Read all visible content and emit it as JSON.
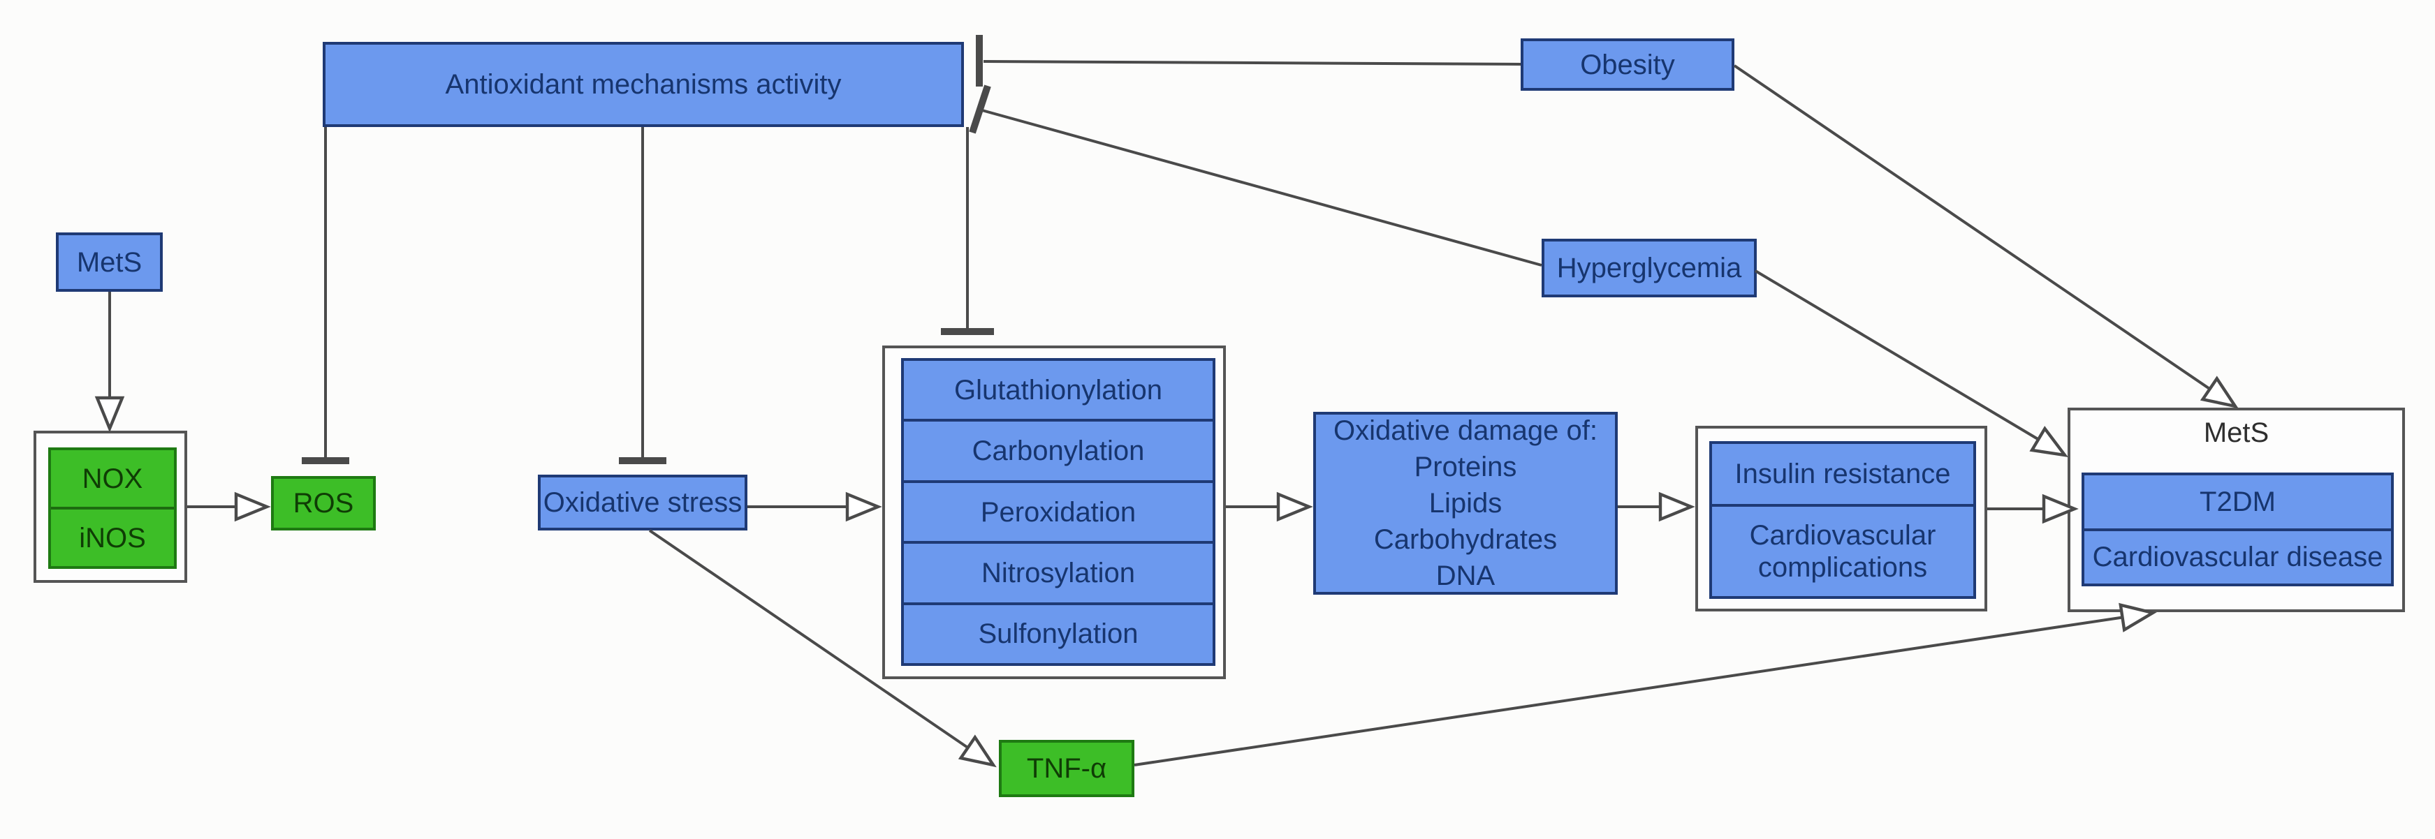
{
  "diagram": {
    "description": "Pathway diagram linking metabolic syndrome, oxidative stress and clinical outcomes",
    "colors": {
      "node_blue_fill": "#6c99ee",
      "node_blue_border": "#1f3a75",
      "node_blue_text": "#17356e",
      "node_green_fill": "#3dbe27",
      "node_green_border": "#1e7a12",
      "node_green_text": "#0f3d05",
      "container_border": "#555555",
      "connector_line": "#4a4a4a",
      "background": "#fcfcfb"
    },
    "nodes": {
      "mets_source": {
        "label": "MetS"
      },
      "enzyme_complex": {
        "rows": [
          "NOX",
          "iNOS"
        ]
      },
      "ros": {
        "label": "ROS"
      },
      "antioxidant": {
        "label": "Antioxidant mechanisms activity"
      },
      "oxidative_stress": {
        "label": "Oxidative stress"
      },
      "protein_modifications": {
        "rows": [
          "Glutathionylation",
          "Carbonylation",
          "Peroxidation",
          "Nitrosylation",
          "Sulfonylation"
        ]
      },
      "oxidative_damage": {
        "lines": [
          "Oxidative damage of:",
          "Proteins",
          "Lipids",
          "Carbohydrates",
          "DNA"
        ]
      },
      "clinical_outcomes": {
        "rows": [
          "Insulin resistance",
          "Cardiovascular complications"
        ]
      },
      "mets_outcome": {
        "label": "MetS",
        "rows": [
          "T2DM",
          "Cardiovascular disease"
        ]
      },
      "obesity": {
        "label": "Obesity"
      },
      "hyperglycemia": {
        "label": "Hyperglycemia"
      },
      "tnf_alpha": {
        "label": "TNF-α"
      }
    },
    "edges": [
      {
        "from": "MetS",
        "to": "NOX / iNOS",
        "type": "arrow"
      },
      {
        "from": "NOX / iNOS",
        "to": "ROS",
        "type": "arrow"
      },
      {
        "from": "Antioxidant mechanisms activity",
        "to": "ROS",
        "type": "inhibition"
      },
      {
        "from": "Antioxidant mechanisms activity",
        "to": "Oxidative stress",
        "type": "inhibition"
      },
      {
        "from": "Antioxidant mechanisms activity",
        "to": "Protein modifications",
        "type": "inhibition"
      },
      {
        "from": "Obesity",
        "to": "Antioxidant mechanisms activity",
        "type": "inhibition"
      },
      {
        "from": "Hyperglycemia",
        "to": "Antioxidant mechanisms activity",
        "type": "inhibition"
      },
      {
        "from": "Obesity",
        "to": "MetS (T2DM / Cardiovascular disease)",
        "type": "arrow"
      },
      {
        "from": "Hyperglycemia",
        "to": "MetS (T2DM / Cardiovascular disease)",
        "type": "arrow"
      },
      {
        "from": "Oxidative stress",
        "to": "Protein modifications",
        "type": "arrow"
      },
      {
        "from": "Protein modifications",
        "to": "Oxidative damage",
        "type": "arrow"
      },
      {
        "from": "Oxidative damage",
        "to": "Insulin resistance / Cardiovascular complications",
        "type": "arrow"
      },
      {
        "from": "Insulin resistance / Cardiovascular complications",
        "to": "MetS (T2DM / Cardiovascular disease)",
        "type": "arrow"
      },
      {
        "from": "Oxidative stress",
        "to": "TNF-α",
        "type": "arrow"
      },
      {
        "from": "TNF-α",
        "to": "MetS (T2DM / Cardiovascular disease)",
        "type": "arrow"
      }
    ]
  }
}
